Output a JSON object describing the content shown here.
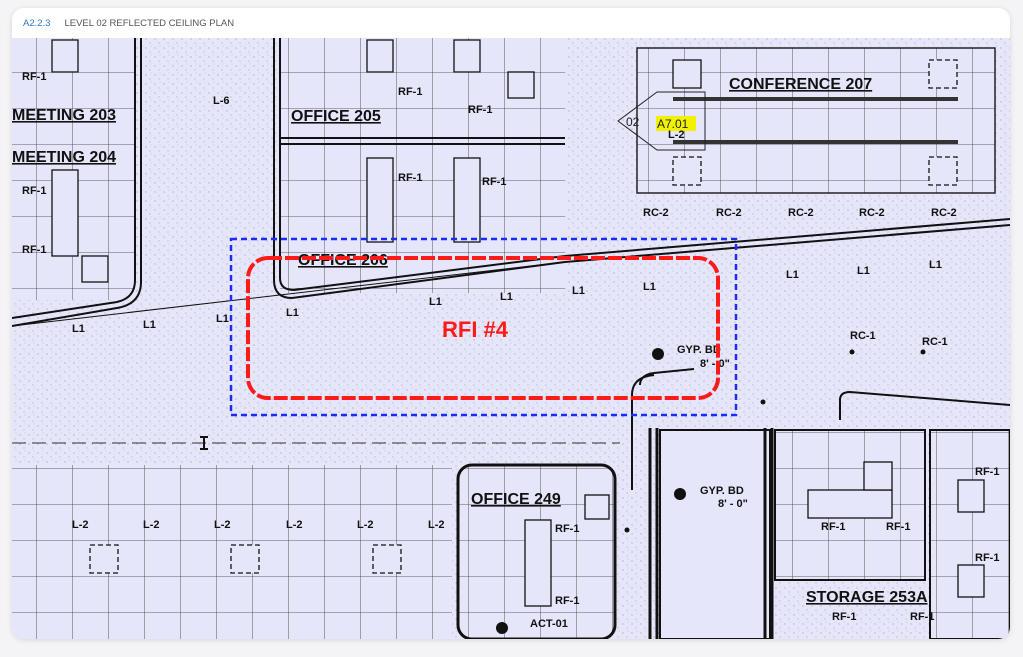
{
  "header": {
    "sheet_code": "A2.2.3",
    "sheet_title": "LEVEL 02 REFLECTED CEILING PLAN"
  },
  "rooms": {
    "meeting_203": "MEETING  203",
    "meeting_204": "MEETING  204",
    "office_205": "OFFICE  205",
    "office_206": "OFFICE  206",
    "conference_207": "CONFERENCE  207",
    "office_249": "OFFICE  249",
    "storage_253a": "STORAGE  253A"
  },
  "tags": {
    "rf1": "RF-1",
    "l1": "L1",
    "l2": "L-2",
    "l6": "L-6",
    "rc1": "RC-1",
    "rc2": "RC-2",
    "gyp": "GYP. BD",
    "height": "8' - 0\"",
    "act": "ACT-01",
    "section_no": "02",
    "section_ref": "A7.01"
  },
  "markup": {
    "rfi_label": "RFI #4"
  },
  "colors": {
    "background": "#e6e6fb",
    "rfi_red": "#ff1a1a",
    "rfi_box_blue": "#1a2bff",
    "highlight": "#f2f200"
  }
}
